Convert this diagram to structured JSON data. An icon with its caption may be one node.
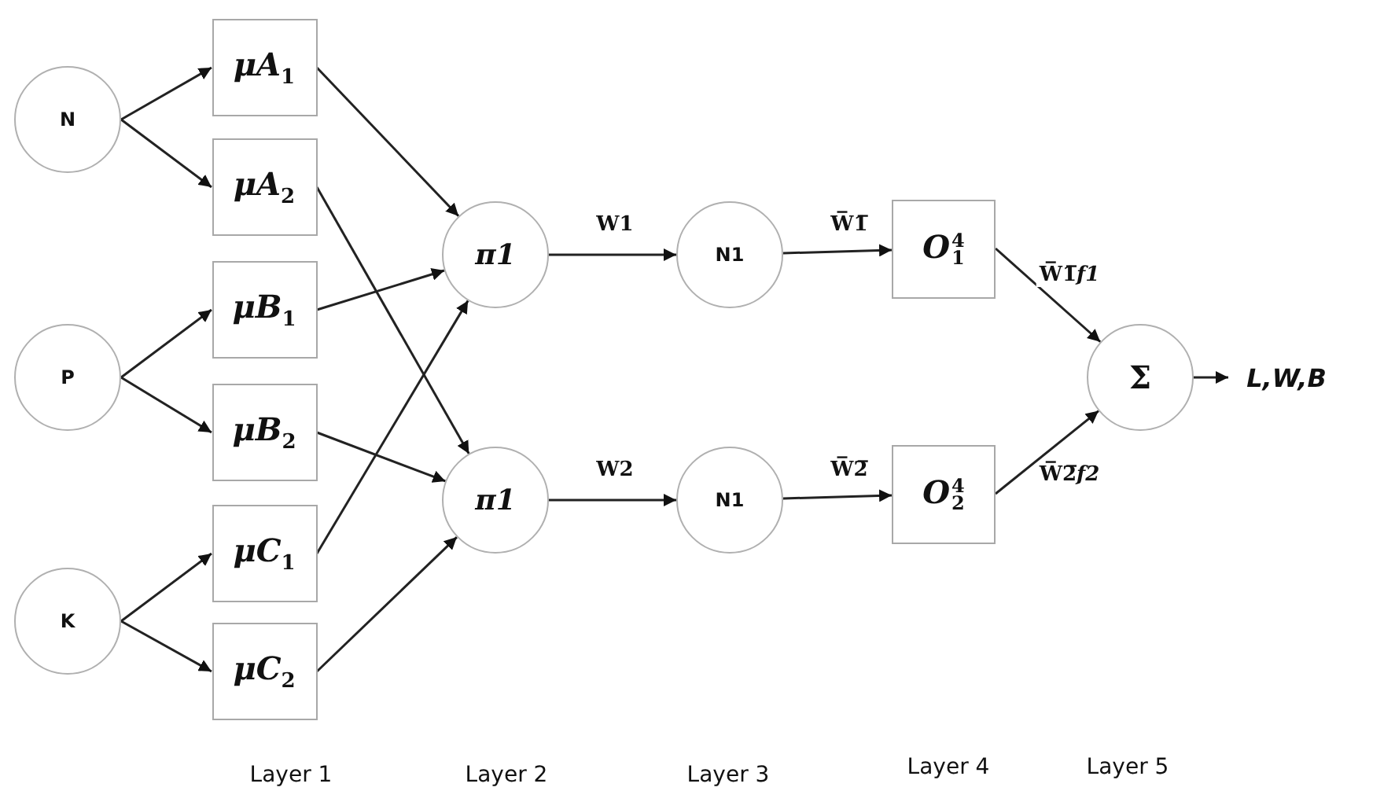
{
  "diagram": {
    "nodes": [
      {
        "text": [
          "N"
        ]
      },
      {
        "text": [
          "P"
        ]
      },
      {
        "text": [
          "K"
        ]
      },
      {
        "text": [
          "*μA*$_{1}$"
        ]
      },
      {
        "text": [
          "*μA*$_{2}$"
        ]
      },
      {
        "text": [
          "*μB*$_{1}$"
        ]
      },
      {
        "text": [
          "*μB*$_{2}$"
        ]
      },
      {
        "text": [
          "*μC*$_{1}$"
        ]
      },
      {
        "text": [
          "*μC*$_{2}$"
        ]
      },
      {
        "text": [
          "π1"
        ]
      },
      {
        "text": [
          "π1"
        ]
      },
      {
        "text": [
          "N1"
        ]
      },
      {
        "text": [
          "N1"
        ]
      },
      {
        "text": [
          "*O*$^{4}$$_{1}$"
        ]
      },
      {
        "text": [
          "*O*$^{4}$$_{2}$"
        ]
      },
      {
        "text": [
          "Σ"
        ]
      },
      {
        "text": [
          "L,W,B"
        ]
      }
    ],
    "edges": [
      {
        "from": 0,
        "to": 3,
        "arrow": "to"
      },
      {
        "from": 0,
        "to": 4,
        "arrow": "to"
      },
      {
        "from": 1,
        "to": 5,
        "arrow": "to"
      },
      {
        "from": 1,
        "to": 6,
        "arrow": "to"
      },
      {
        "from": 2,
        "to": 7,
        "arrow": "to"
      },
      {
        "from": 2,
        "to": 8,
        "arrow": "to"
      },
      {
        "from": 3,
        "to": 9,
        "arrow": "to"
      },
      {
        "from": 4,
        "to": 10,
        "arrow": "to"
      },
      {
        "from": 5,
        "to": 9,
        "arrow": "to"
      },
      {
        "from": 6,
        "to": 10,
        "arrow": "to"
      },
      {
        "from": 7,
        "to": 9,
        "arrow": "to"
      },
      {
        "from": 8,
        "to": 10,
        "arrow": "to"
      },
      {
        "from": 9,
        "to": 11,
        "arrow": "to",
        "label": "W1"
      },
      {
        "from": 10,
        "to": 12,
        "arrow": "to",
        "label": "W2"
      },
      {
        "from": 11,
        "to": 13,
        "arrow": "to",
        "label": "W̅1̅"
      },
      {
        "from": 12,
        "to": 14,
        "arrow": "to",
        "label": "W̅2̅"
      },
      {
        "from": 13,
        "to": 15,
        "arrow": "to",
        "label": "W̅1̅*f1*"
      },
      {
        "from": 14,
        "to": 15,
        "arrow": "to",
        "label": "W̅2̅*f2*"
      },
      {
        "from": 15,
        "to": 16,
        "arrow": "to"
      }
    ],
    "labels": [
      "Layer 1",
      "Layer 2",
      "Layer 3",
      "Layer 4",
      "Layer 5"
    ]
  }
}
